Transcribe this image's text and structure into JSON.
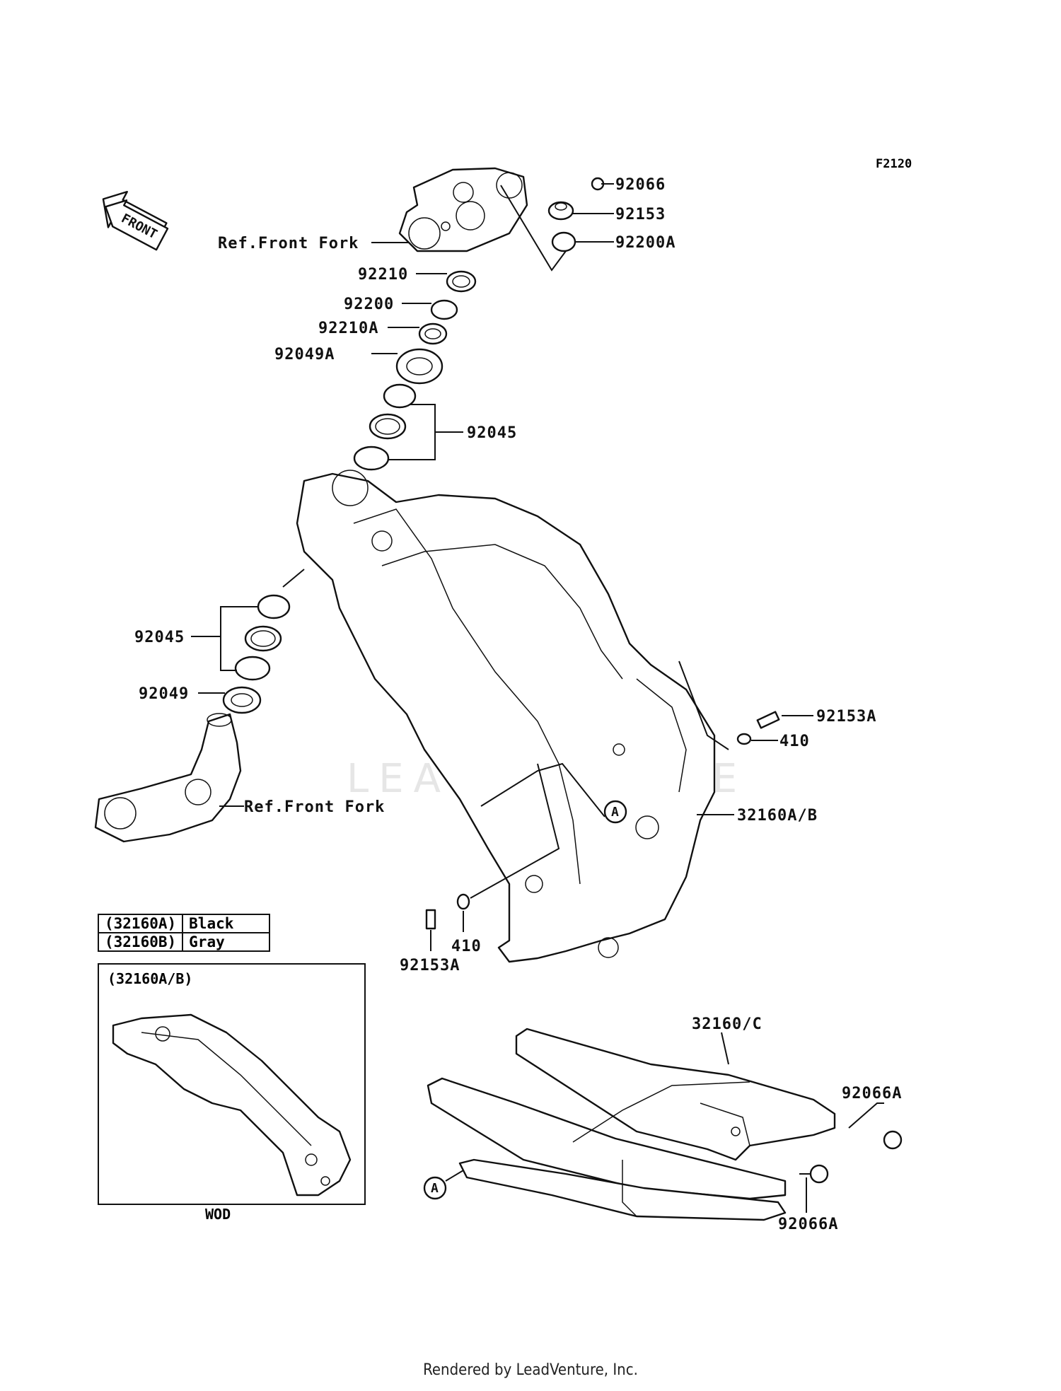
{
  "diagram_code": "F2120",
  "front_badge": "FRONT",
  "watermark": "LEADVENTURE",
  "labels": {
    "p92066": "92066",
    "p92153": "92153",
    "p92200A": "92200A",
    "ref_front_fork_top": "Ref.Front Fork",
    "p92210": "92210",
    "p92200": "92200",
    "p92210A": "92210A",
    "p92049A": "92049A",
    "p92045_top": "92045",
    "p92045_left": "92045",
    "p92049": "92049",
    "ref_front_fork_bottom": "Ref.Front Fork",
    "p92153A_right": "92153A",
    "p410_right": "410",
    "p32160AB": "32160A/B",
    "callout_A_main": "A",
    "p410_bottom": "410",
    "p92153A_bottom": "92153A",
    "p32160C": "32160/C",
    "p92066A_top": "92066A",
    "p92066A_bottom": "92066A",
    "callout_A_sub": "A"
  },
  "color_table": [
    {
      "code": "(32160A)",
      "color": "Black"
    },
    {
      "code": "(32160B)",
      "color": "Gray"
    }
  ],
  "inset": {
    "title": "(32160A/B)",
    "caption": "WOD"
  },
  "footer": "Rendered by LeadVenture, Inc."
}
